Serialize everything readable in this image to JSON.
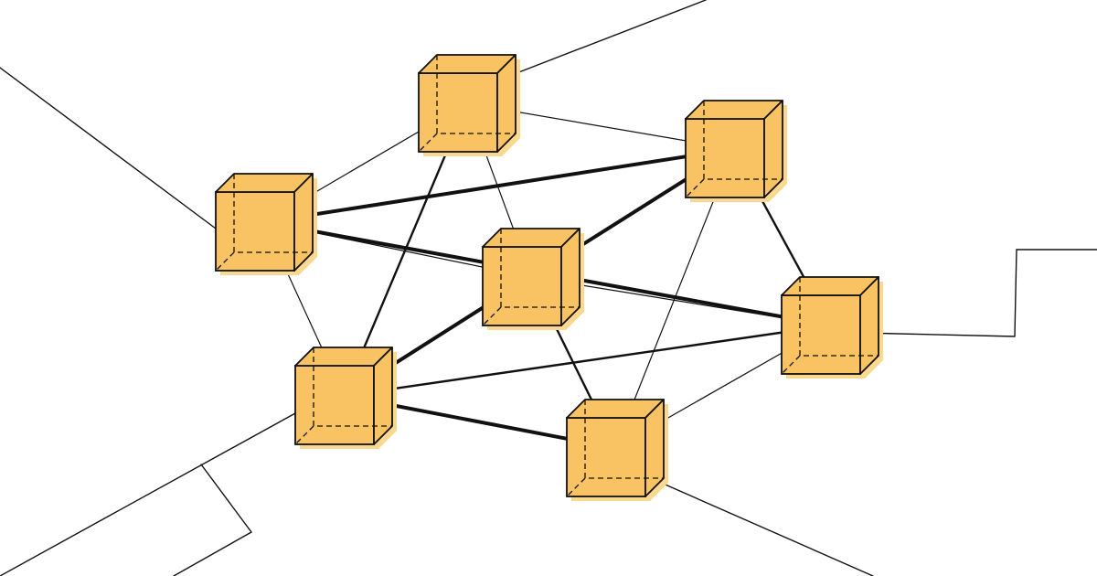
{
  "illustration": {
    "subject": "",
    "nodes": [
      {
        "id": "n1"
      },
      {
        "id": "n2"
      },
      {
        "id": "n3"
      },
      {
        "id": "n4"
      },
      {
        "id": "n5"
      },
      {
        "id": "n6"
      },
      {
        "id": "n7"
      },
      {
        "id": "n8"
      }
    ],
    "links": [
      {
        "from": "n1",
        "to": "n2",
        "weight": "thin"
      },
      {
        "from": "n1",
        "to": "n3",
        "weight": "thick"
      },
      {
        "from": "n1",
        "to": "n4",
        "weight": "thin"
      },
      {
        "from": "n1",
        "to": "n5",
        "weight": "thin"
      },
      {
        "from": "n1",
        "to": "n7",
        "weight": "thick"
      },
      {
        "from": "n2",
        "to": "n3",
        "weight": "thin"
      },
      {
        "from": "n2",
        "to": "n4",
        "weight": "thin"
      },
      {
        "from": "n2",
        "to": "n5",
        "weight": "medium"
      },
      {
        "from": "n3",
        "to": "n4",
        "weight": "thick"
      },
      {
        "from": "n3",
        "to": "n6",
        "weight": "thin"
      },
      {
        "from": "n3",
        "to": "n7",
        "weight": "medium"
      },
      {
        "from": "n4",
        "to": "n5",
        "weight": "thick"
      },
      {
        "from": "n4",
        "to": "n6",
        "weight": "medium"
      },
      {
        "from": "n4",
        "to": "n7",
        "weight": "thin"
      },
      {
        "from": "n5",
        "to": "n6",
        "weight": "thick"
      },
      {
        "from": "n5",
        "to": "n7",
        "weight": "medium"
      },
      {
        "from": "n6",
        "to": "n7",
        "weight": "thin"
      }
    ],
    "colors": {
      "background": "#ffffff",
      "cube_fill": "#f9c262",
      "cube_shadow": "#fbd88f",
      "stroke": "#111111"
    }
  }
}
